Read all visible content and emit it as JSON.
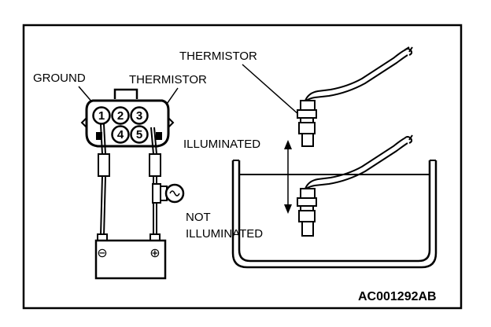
{
  "labels": {
    "ground": "GROUND",
    "thermistor_connector": "THERMISTOR",
    "thermistor_probe": "THERMISTOR",
    "illuminated": "ILLUMINATED",
    "not_illuminated_line1": "NOT",
    "not_illuminated_line2": "ILLUMINATED",
    "figure_code": "AC001292AB"
  },
  "connector_pins": [
    "1",
    "2",
    "3",
    "4",
    "5"
  ],
  "battery": {
    "negative": "⊖",
    "positive": "⊕"
  },
  "icons": [
    "test-lamp-icon",
    "battery-icon",
    "connector-icon",
    "thermistor-probe-icon",
    "water-container-icon"
  ]
}
